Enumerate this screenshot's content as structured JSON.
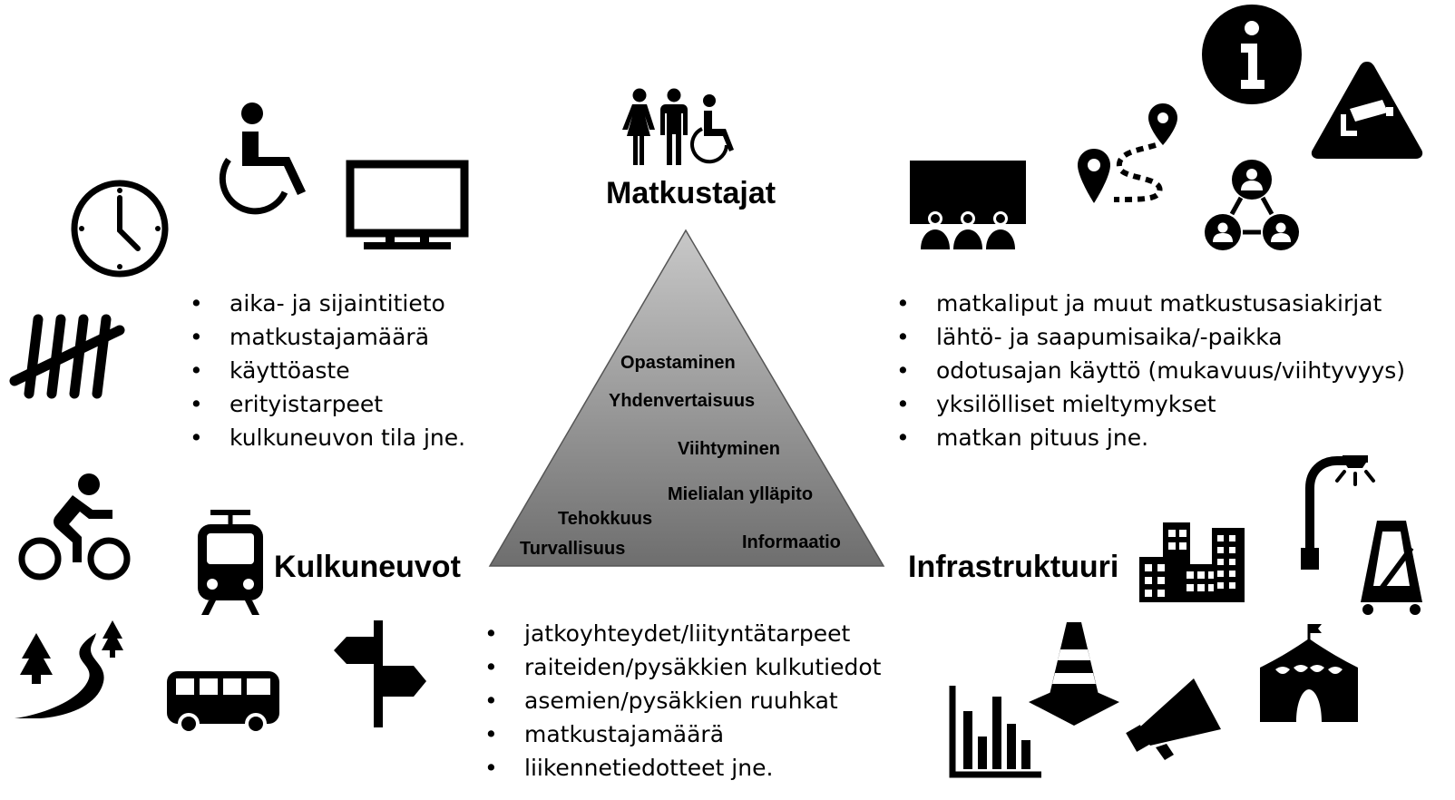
{
  "headings": {
    "passengers": "Matkustajat",
    "vehicles": "Kulkuneuvot",
    "infrastructure": "Infrastruktuuri"
  },
  "lists": {
    "top_left": [
      "aika- ja sijaintitieto",
      "matkustajamäärä",
      "käyttöaste",
      "erityistarpeet",
      "kulkuneuvon tila jne."
    ],
    "top_right": [
      "matkaliput ja muut matkustusasiakirjat",
      "lähtö- ja saapumisaika/-paikka",
      "odotusajan käyttö (mukavuus/viihtyvyys)",
      "yksilölliset mieltymykset",
      "matkan pituus jne."
    ],
    "bottom": [
      "jatkoyhteydet/liityntätarpeet",
      "raiteiden/pysäkkien kulkutiedot",
      "asemien/pysäkkien ruuhkat",
      "matkustajamäärä",
      "liikennetiedotteet jne."
    ]
  },
  "triangle_labels": [
    "Opastaminen",
    "Yhdenvertaisuus",
    "Viihtyminen",
    "Mielialan ylläpito",
    "Tehokkuus",
    "Informaatio",
    "Turvallisuus"
  ],
  "icons": [
    "passengers-icon",
    "wheelchair-icon",
    "monitor-icon",
    "clock-icon",
    "tally-marks-icon",
    "cinema-icon",
    "route-pins-icon",
    "info-icon",
    "cctv-warning-icon",
    "people-network-icon",
    "cyclist-icon",
    "tram-icon",
    "road-trees-icon",
    "bus-icon",
    "signpost-icon",
    "city-buildings-icon",
    "street-lamp-icon",
    "bar-chart-icon",
    "traffic-cone-icon",
    "megaphone-icon",
    "circus-tent-icon",
    "metronome-icon"
  ],
  "colors": {
    "triangle_top": "#c8c8c8",
    "triangle_bottom": "#707070",
    "icon": "#000000"
  }
}
